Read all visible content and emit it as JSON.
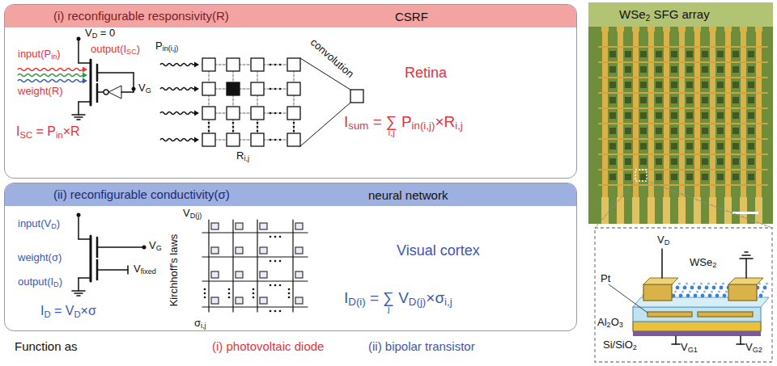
{
  "diagram": {
    "nodes": [
      {
        "text": [
          "(i) reconfigurable responsivity(R)"
        ]
      },
      {
        "text": [
          "(ii) reconfigurable conductivity(σ)"
        ]
      },
      {
        "text": [
          "WSe2 SFG array"
        ]
      }
    ],
    "labels": [
      "CSRF",
      "VD = 0",
      "input(Pin)",
      "output(ISC)",
      "weight(R)",
      "VG",
      "ISC = Pin×R",
      "Pin(i,j)",
      "convolution",
      "Ri,j",
      "Retina",
      "Isum = ∑ Pin(i,j)×Ri,j",
      "i,j",
      "neural network",
      "input(VD)",
      "weight(σ)",
      "output(ID)",
      "VG",
      "Vfixed",
      "ID = VD×σ",
      "Kirchhoff's laws",
      "VD(j)",
      "σi,j",
      "Visual cortex",
      "ID(i) = ∑ VD(j)×σi,j",
      "j",
      "Function as",
      "(i) photovoltaic diode",
      "(ii) bipolar transistor",
      "VD",
      "WSe2",
      "Pt",
      "Al2O3",
      "Si/SiO2",
      "VG1",
      "VG2"
    ]
  }
}
